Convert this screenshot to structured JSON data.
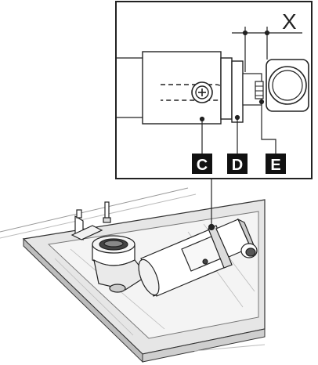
{
  "callouts": {
    "c": "C",
    "d": "D",
    "e": "E"
  },
  "dimension_label": "X",
  "colors": {
    "line": "#222222",
    "badge_bg": "#111111",
    "badge_text": "#ffffff",
    "surface": "#ececec",
    "shadow": "#cfcfcf"
  }
}
